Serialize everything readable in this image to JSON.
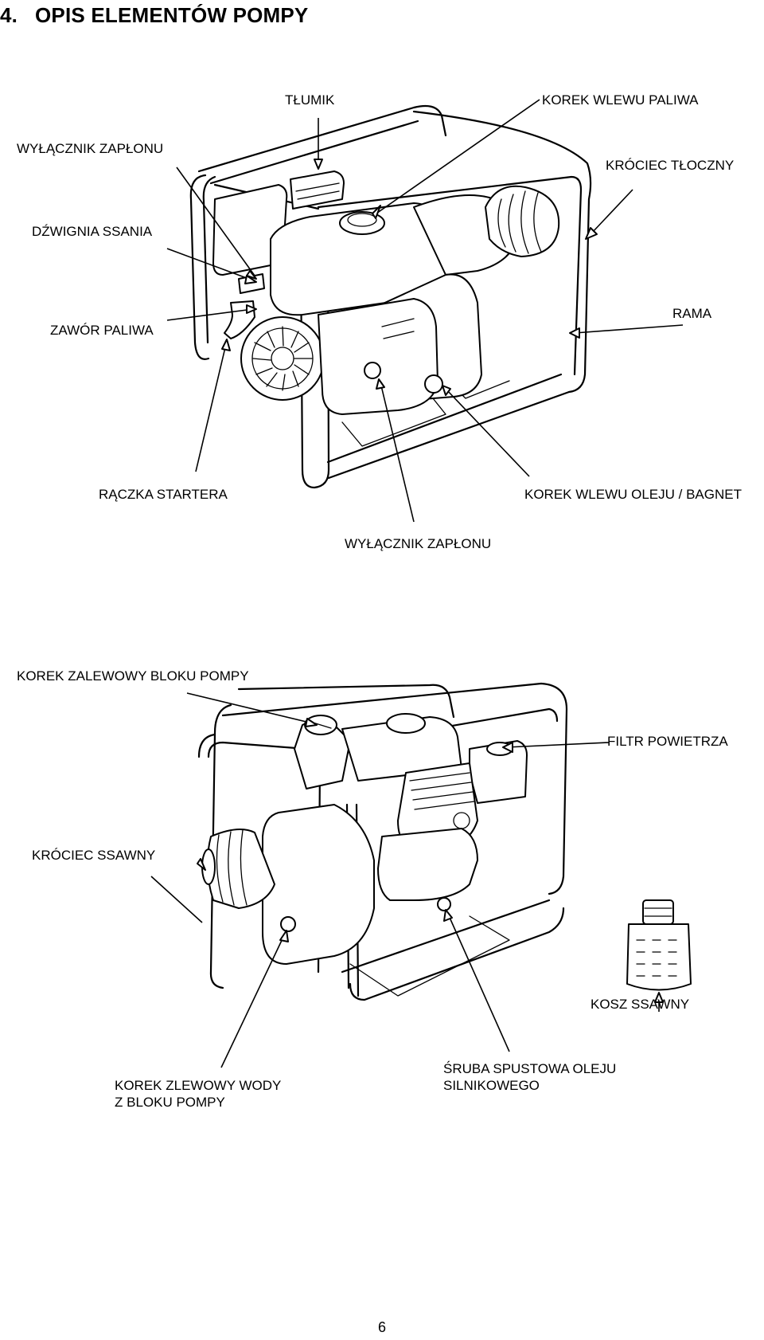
{
  "section": {
    "number": "4.",
    "title": "OPIS ELEMENTÓW POMPY"
  },
  "figure1": {
    "labels": {
      "tlumik": "TŁUMIK",
      "korek_paliwa": "KOREK  WLEWU PALIWA",
      "wylacznik_top": "WYŁĄCZNIK ZAPŁONU",
      "krociec_tloczny": "KRÓCIEC TŁOCZNY",
      "dzwignia_ssania": "DŹWIGNIA SSANIA",
      "rama": "RAMA",
      "zawor_paliwa": "ZAWÓR PALIWA",
      "raczka_startera": "RĄCZKA STARTERA",
      "korek_oleju": "KOREK  WLEWU OLEJU / BAGNET",
      "wylacznik_bottom": "WYŁĄCZNIK ZAPŁONU"
    }
  },
  "figure2": {
    "labels": {
      "korek_zalewowy": "KOREK  ZALEWOWY BLOKU POMPY",
      "filtr": "FILTR POWIETRZA",
      "krociec_ssawny": "KRÓCIEC SSAWNY",
      "kosz_ssawny": "KOSZ SSAWNY",
      "korek_zlewowy_1": "KOREK  ZLEWOWY WODY",
      "korek_zlewowy_2": "Z BLOKU POMPY",
      "sruba_1": "ŚRUBA SPUSTOWA OLEJU",
      "sruba_2": "SILNIKOWEGO"
    }
  },
  "page_number": "6"
}
